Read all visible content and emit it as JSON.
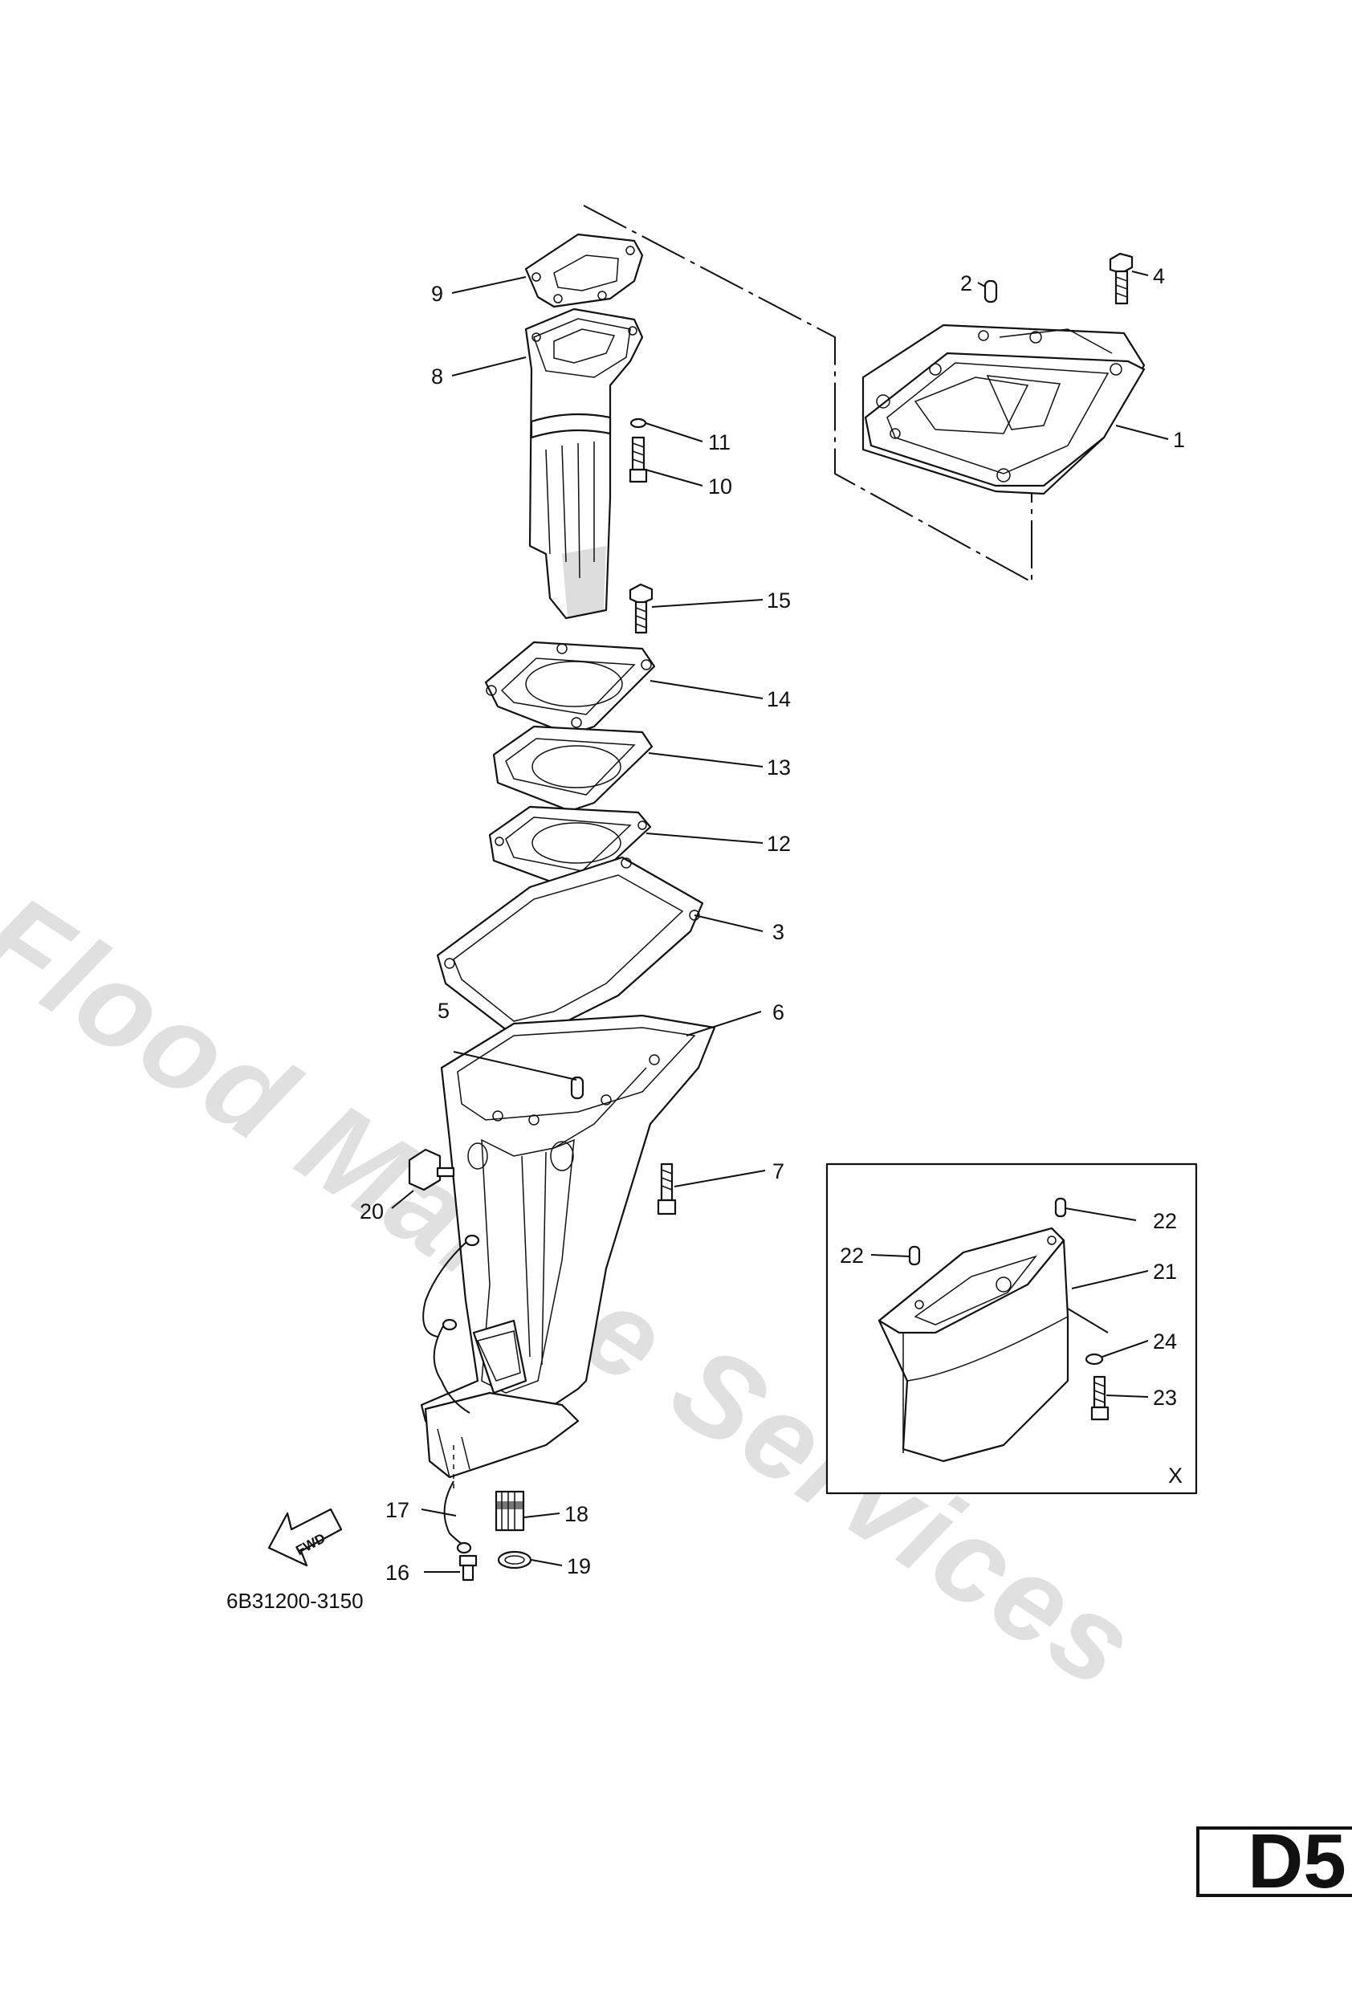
{
  "diagram": {
    "part_code": "6B31200-3150",
    "page_code": "D5",
    "inset_label": "X",
    "fwd_label": "FWD",
    "watermark": "Flood Marine Services",
    "callouts": {
      "c1": "1",
      "c2": "2",
      "c3": "3",
      "c4": "4",
      "c5": "5",
      "c6": "6",
      "c7": "7",
      "c8": "8",
      "c9": "9",
      "c10": "10",
      "c11": "11",
      "c12": "12",
      "c13": "13",
      "c14": "14",
      "c15": "15",
      "c16": "16",
      "c17": "17",
      "c18": "18",
      "c19": "19",
      "c20": "20",
      "c21": "21",
      "c22a": "22",
      "c22b": "22",
      "c23": "23",
      "c24": "24"
    }
  }
}
